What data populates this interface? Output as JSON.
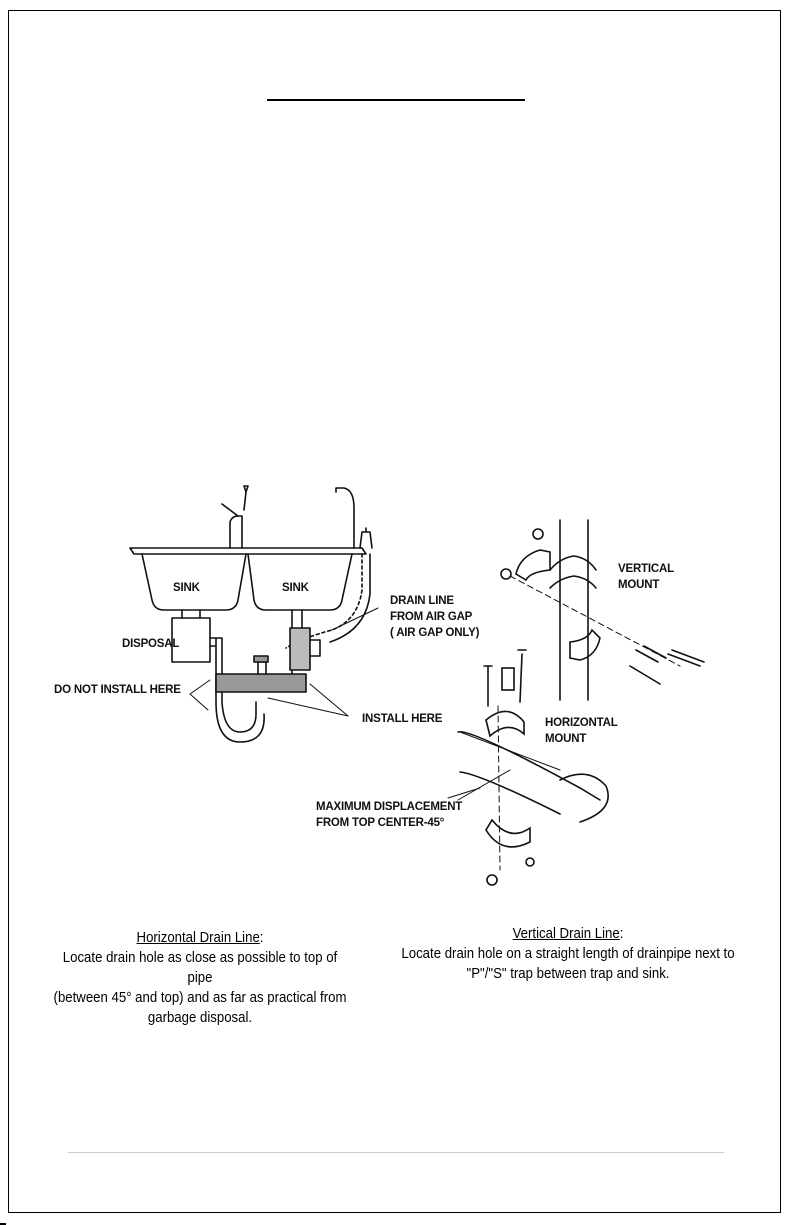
{
  "diagram": {
    "labels": {
      "sink_left": "SINK",
      "sink_right": "SINK",
      "disposal": "DISPOSAL",
      "drain_line": [
        "DRAIN LINE",
        "FROM AIR GAP",
        "( AIR GAP ONLY)"
      ],
      "do_not_install": "DO NOT INSTALL HERE",
      "install_here": "INSTALL HERE",
      "vertical_mount": [
        "VERTICAL",
        "MOUNT"
      ],
      "horizontal_mount": [
        "HORIZONTAL",
        "MOUNT"
      ],
      "max_displacement": [
        "MAXIMUM DISPLACEMENT",
        "FROM TOP CENTER-45°"
      ]
    }
  },
  "captions": {
    "horizontal": {
      "heading": "Horizontal Drain Line",
      "suffix": ":",
      "lines": [
        "Locate drain hole as close as possible to top of pipe",
        "(between 45° and top) and as far as practical from",
        "garbage disposal."
      ]
    },
    "vertical": {
      "heading": "Vertical Drain Line",
      "suffix": ":",
      "lines": [
        "Locate drain hole on a straight length of drainpipe next to",
        "\"P\"/\"S\" trap between trap and sink."
      ]
    }
  }
}
